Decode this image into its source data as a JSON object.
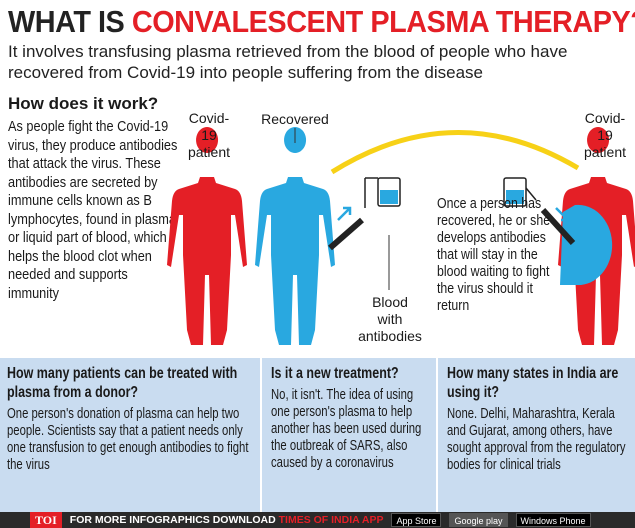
{
  "title": {
    "part1": "WHAT IS ",
    "part2": "CONVALESCENT PLASMA THERAPY?"
  },
  "subtitle": "It involves transfusing plasma retrieved from the blood of people who have recovered from Covid-19 into people suffering from the disease",
  "how": {
    "heading": "How does it work?",
    "text": "As people fight the Covid-19 virus, they produce antibodies that attack the virus. These antibodies are secreted by immune cells known as B lymphocytes, found in plasma or liquid part of blood, which helps the blood clot when needed and supports immunity"
  },
  "diagram": {
    "patient_left": "Covid-19 patient",
    "recovered": "Recovered",
    "blood": "Blood with antibodies",
    "once": "Once a person has recovered, he or she develops antibodies that will stay in the blood waiting to fight the virus should it return",
    "patient_right": "Covid-19 patient"
  },
  "colors": {
    "red": "#e41f26",
    "blue": "#29a8e0",
    "yellow": "#f7d117",
    "panel": "#c9dcf0"
  },
  "bottom": [
    {
      "heading": "How many patients can be treated with plasma from a donor?",
      "text": "One person's donation of plasma can help two people. Scientists say that a patient needs only one transfusion to get enough antibodies to fight the virus"
    },
    {
      "heading": "Is it a new treatment?",
      "text": "No, it isn't. The idea of using one person's plasma to help another has been used during the outbreak of SARS, also caused by a coronavirus"
    },
    {
      "heading": "How many states in India are using it?",
      "text": "None. Delhi, Maharashtra, Kerala and Gujarat, among others, have sought approval from the regulatory bodies for clinical trials"
    }
  ],
  "footer": {
    "logo": "TOI",
    "text": "FOR MORE INFOGRAPHICS DOWNLOAD",
    "app": "TIMES OF INDIA APP",
    "appstore": "App Store",
    "googleplay": "Google play",
    "windows": "Windows Phone"
  }
}
